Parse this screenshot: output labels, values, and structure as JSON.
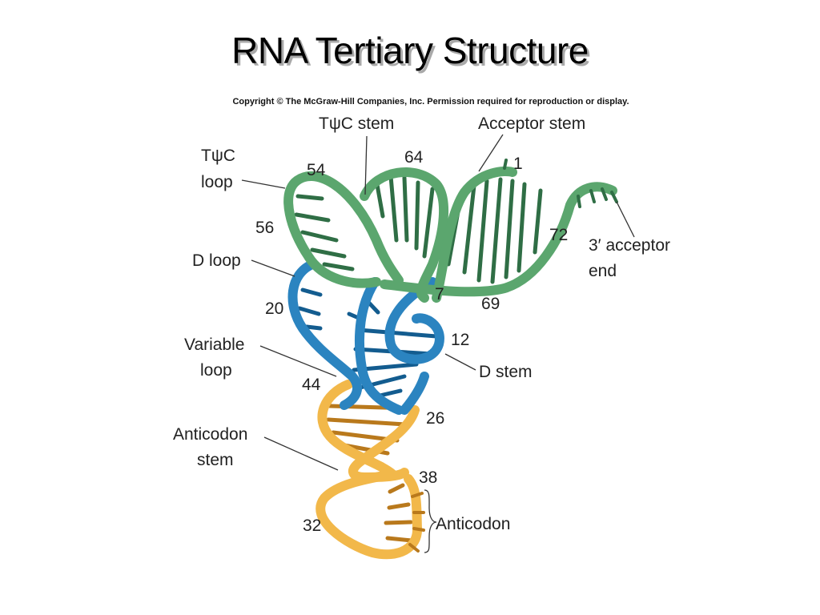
{
  "title": "RNA Tertiary Structure",
  "copyright": "Copyright © The McGraw-Hill Companies, Inc. Permission required for reproduction or display.",
  "labels": {
    "tpsic_stem": "TψC stem",
    "acceptor_stem": "Acceptor stem",
    "tpsic_loop_1": "TψC",
    "tpsic_loop_2": "loop",
    "d_loop": "D loop",
    "variable_loop_1": "Variable",
    "variable_loop_2": "loop",
    "d_stem": "D stem",
    "anticodon_stem_1": "Anticodon",
    "anticodon_stem_2": "stem",
    "anticodon": "Anticodon",
    "acceptor_end_1": "3′ acceptor",
    "acceptor_end_2": "end"
  },
  "positions": {
    "p54": "54",
    "p64": "64",
    "p1": "1",
    "p56": "56",
    "p72": "72",
    "p20": "20",
    "p7": "7",
    "p69": "69",
    "p12": "12",
    "p44": "44",
    "p26": "26",
    "p38": "38",
    "p32": "32"
  },
  "colors": {
    "green": "#5ba66e",
    "green_dark": "#2f6e45",
    "blue": "#2b84c0",
    "blue_dark": "#135c8f",
    "orange": "#f2b84a",
    "orange_dark": "#b9791c"
  }
}
